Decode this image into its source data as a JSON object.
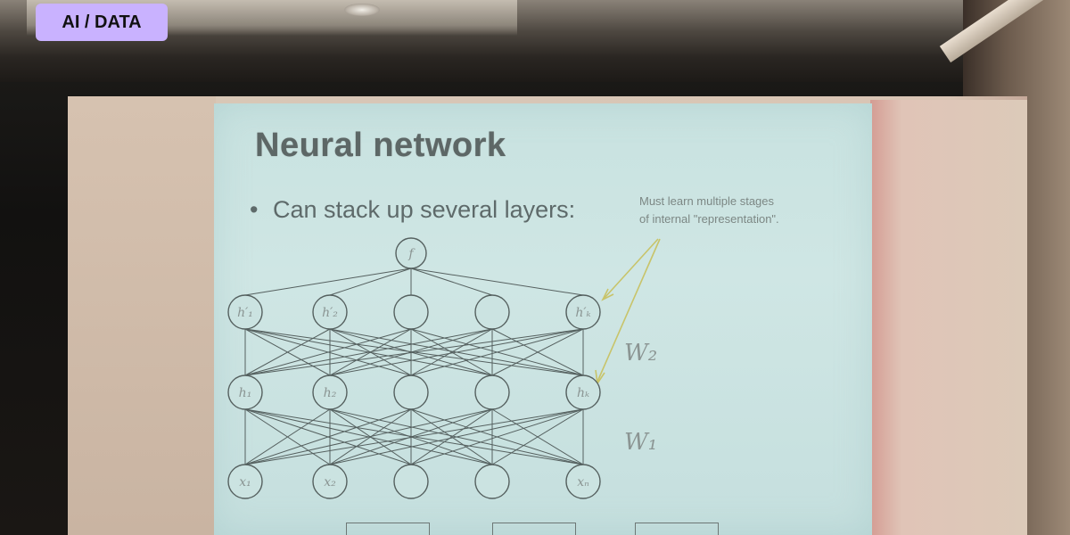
{
  "badge": {
    "label": "AI / DATA"
  },
  "slide": {
    "title": "Neural network",
    "bullet": "Can stack up several layers:",
    "annotation_line1": "Must learn multiple stages",
    "annotation_line2": "of internal \"representation\"."
  },
  "network": {
    "output_node": "f",
    "top_layer": [
      "h′₁",
      "h′₂",
      "",
      "",
      "h′ₖ"
    ],
    "middle_layer": [
      "h₁",
      "h₂",
      "",
      "",
      "hₖ"
    ],
    "input_layer": [
      "x₁",
      "x₂",
      "",
      "",
      "xₙ"
    ],
    "weight_top": "W₂",
    "weight_bottom": "W₁"
  },
  "colors": {
    "badge_bg": "#c9b2ff",
    "slide_bg": "#cbe3e1",
    "line_color": "#55605f",
    "arrow_color": "#c8c46a"
  }
}
